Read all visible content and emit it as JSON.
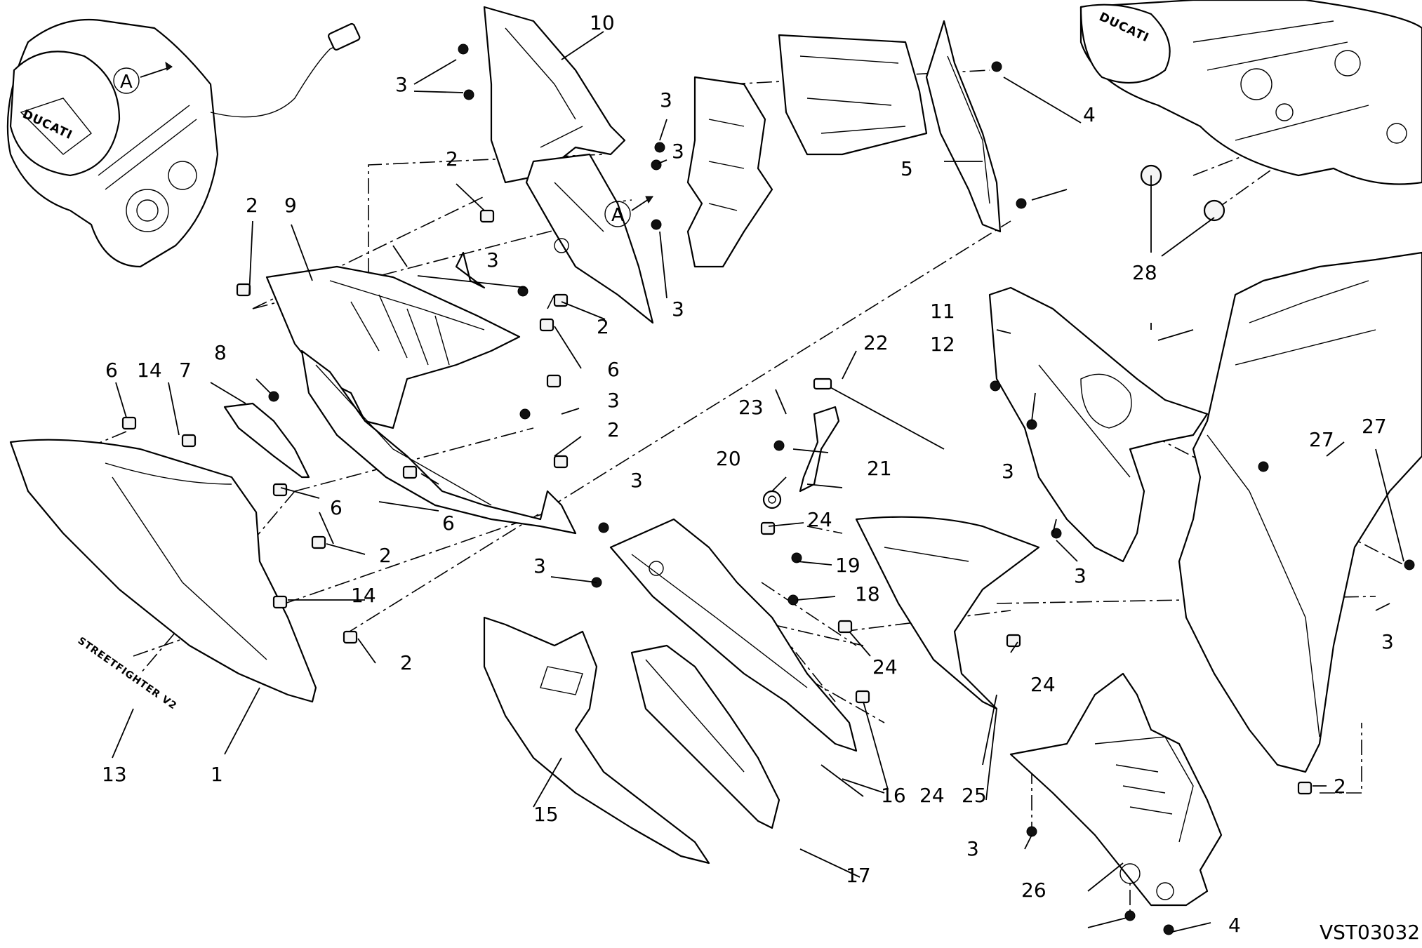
{
  "diagram": {
    "drawing_code": "VST03032",
    "reference_mark": "A",
    "decal_text": "STREETFIGHTER V2",
    "brand_text": "DUCATI",
    "callouts": [
      {
        "id": "c1",
        "text": "1"
      },
      {
        "id": "c2a",
        "text": "2"
      },
      {
        "id": "c2b",
        "text": "2"
      },
      {
        "id": "c2c",
        "text": "2"
      },
      {
        "id": "c2d",
        "text": "2"
      },
      {
        "id": "c2e",
        "text": "2"
      },
      {
        "id": "c2f",
        "text": "2"
      },
      {
        "id": "c2g",
        "text": "2"
      },
      {
        "id": "c3a",
        "text": "3"
      },
      {
        "id": "c3b",
        "text": "3"
      },
      {
        "id": "c3c",
        "text": "3"
      },
      {
        "id": "c3d",
        "text": "3"
      },
      {
        "id": "c3e",
        "text": "3"
      },
      {
        "id": "c3f",
        "text": "3"
      },
      {
        "id": "c3g",
        "text": "3"
      },
      {
        "id": "c3h",
        "text": "3"
      },
      {
        "id": "c3i",
        "text": "3"
      },
      {
        "id": "c3j",
        "text": "3"
      },
      {
        "id": "c3k",
        "text": "3"
      },
      {
        "id": "c3l",
        "text": "3"
      },
      {
        "id": "c4a",
        "text": "4"
      },
      {
        "id": "c4b",
        "text": "4"
      },
      {
        "id": "c5",
        "text": "5"
      },
      {
        "id": "c6a",
        "text": "6"
      },
      {
        "id": "c6b",
        "text": "6"
      },
      {
        "id": "c6c",
        "text": "6"
      },
      {
        "id": "c6d",
        "text": "6"
      },
      {
        "id": "c7",
        "text": "7"
      },
      {
        "id": "c8",
        "text": "8"
      },
      {
        "id": "c9",
        "text": "9"
      },
      {
        "id": "c10",
        "text": "10"
      },
      {
        "id": "c11",
        "text": "11"
      },
      {
        "id": "c12",
        "text": "12"
      },
      {
        "id": "c13",
        "text": "13"
      },
      {
        "id": "c14a",
        "text": "14"
      },
      {
        "id": "c14b",
        "text": "14"
      },
      {
        "id": "c15",
        "text": "15"
      },
      {
        "id": "c16",
        "text": "16"
      },
      {
        "id": "c17",
        "text": "17"
      },
      {
        "id": "c18",
        "text": "18"
      },
      {
        "id": "c19",
        "text": "19"
      },
      {
        "id": "c20",
        "text": "20"
      },
      {
        "id": "c21",
        "text": "21"
      },
      {
        "id": "c22",
        "text": "22"
      },
      {
        "id": "c23",
        "text": "23"
      },
      {
        "id": "c24a",
        "text": "24"
      },
      {
        "id": "c24b",
        "text": "24"
      },
      {
        "id": "c24c",
        "text": "24"
      },
      {
        "id": "c24d",
        "text": "24"
      },
      {
        "id": "c25",
        "text": "25"
      },
      {
        "id": "c26",
        "text": "26"
      },
      {
        "id": "c27a",
        "text": "27"
      },
      {
        "id": "c27b",
        "text": "27"
      },
      {
        "id": "c28",
        "text": "28"
      }
    ]
  }
}
